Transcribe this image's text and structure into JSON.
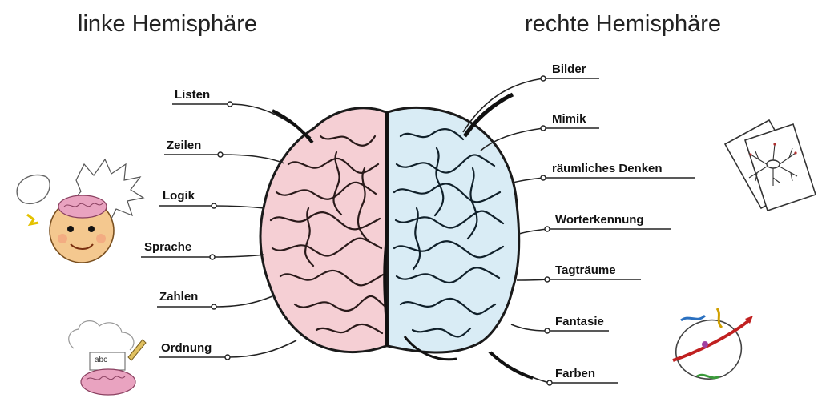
{
  "titles": {
    "left": "linke Hemisphäre",
    "right": "rechte Hemisphäre"
  },
  "left_labels": [
    "Listen",
    "Zeilen",
    "Logik",
    "Sprache",
    "Zahlen",
    "Ordnung"
  ],
  "right_labels": [
    "Bilder",
    "Mimik",
    "räumliches Denken",
    "Worterkennung",
    "Tagträume",
    "Fantasie",
    "Farben"
  ],
  "illustration_text": {
    "writing_board": "abc"
  },
  "colors": {
    "left_hemisphere": "#f5cfd4",
    "right_hemisphere": "#d9ecf5",
    "outline": "#1a1a1a",
    "face": "#f4c88f",
    "small_brain": "#e9a3c0"
  },
  "icons": [
    "thinking-child-icon",
    "mind-map-papers-icon",
    "writing-brain-icon",
    "fantasy-swirl-icon"
  ]
}
